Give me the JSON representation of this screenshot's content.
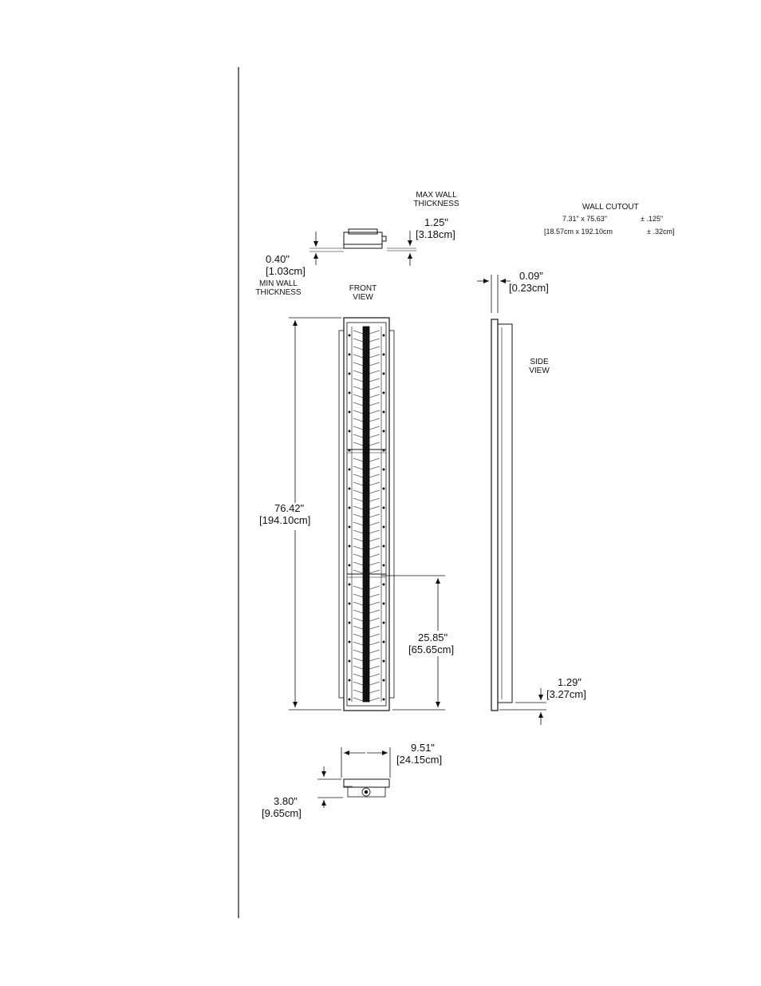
{
  "labels": {
    "max_wall_line1": "MAX WALL",
    "max_wall_line2": "THICKNESS",
    "max_wall_in": "1.25\"",
    "max_wall_cm": "[3.18cm]",
    "min_wall_in": "0.40\"",
    "min_wall_cm": "[1.03cm]",
    "min_wall_line1": "MIN WALL",
    "min_wall_line2": "THICKNESS",
    "front_view_line1": "FRONT",
    "front_view_line2": "VIEW",
    "side_view_line1": "SIDE",
    "side_view_line2": "VIEW",
    "wall_cutout_title": "WALL CUTOUT",
    "wall_cutout_in": "7.31\" x 75.63\"",
    "wall_cutout_tol_in": "±  .125\"",
    "wall_cutout_cm": "[18.57cm x 192.10cm",
    "wall_cutout_tol_cm": "±  .32cm]",
    "side_offset_in": "0.09\"",
    "side_offset_cm": "[0.23cm]",
    "height_in": "76.42\"",
    "height_cm": "[194.10cm]",
    "section_in": "25.85\"",
    "section_cm": "[65.65cm]",
    "bottom_offset_in": "1.29\"",
    "bottom_offset_cm": "[3.27cm]",
    "width_in": "9.51\"",
    "width_cm": "[24.15cm]",
    "depth_in": "3.80\"",
    "depth_cm": "[9.65cm]"
  }
}
